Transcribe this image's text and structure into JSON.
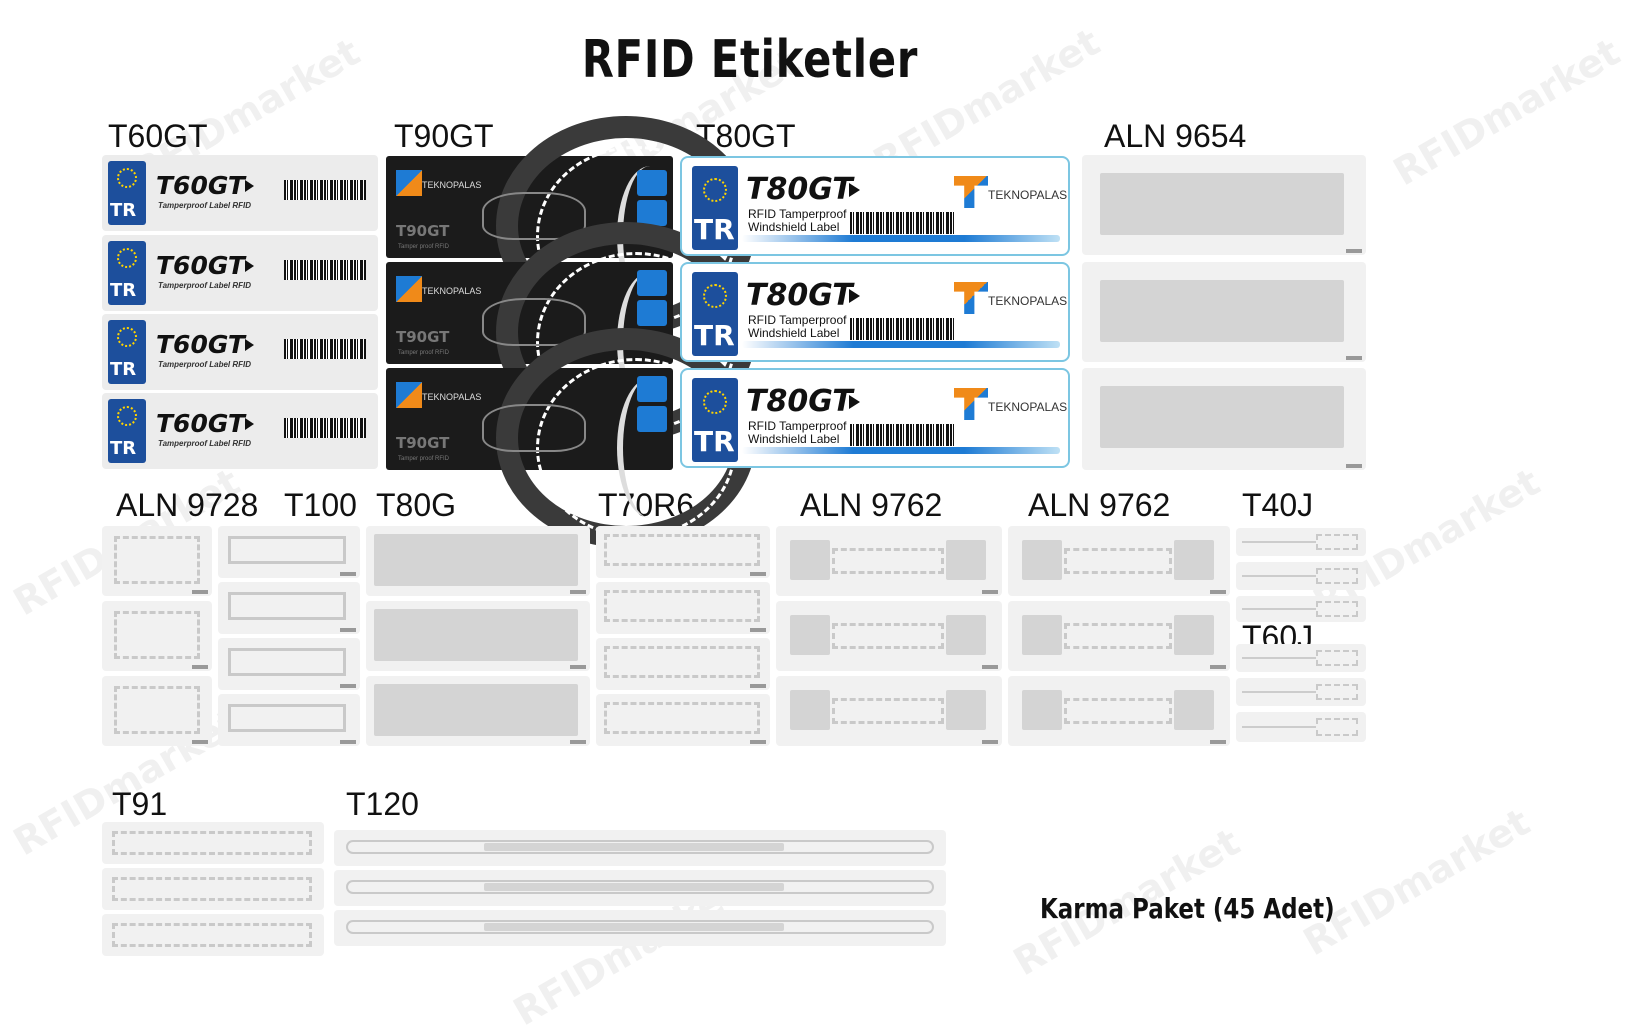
{
  "title": "RFID Etiketler",
  "groups": {
    "t60gt": "T60GT",
    "t90gt": "T90GT",
    "t80gt": "T80GT",
    "aln9654": "ALN 9654",
    "aln9728": "ALN 9728",
    "t100": "T100",
    "t80g": "T80G",
    "t70r6": "T70R6",
    "aln9762a": "ALN 9762",
    "aln9762b": "ALN 9762",
    "t40j": "T40J",
    "t60j": "T60J",
    "t91": "T91",
    "t120": "T120"
  },
  "t60gt_label": {
    "name": "T60GT",
    "sub": "Tamperproof Label RFID",
    "country": "TR"
  },
  "t90gt_label": {
    "brand": "TEKNOPALAS",
    "name": "T90GT",
    "sub": "Tamper proof RFID"
  },
  "t80gt_label": {
    "name": "T80GT",
    "sub1": "RFID Tamperproof",
    "sub2": "Windshield Label",
    "brand": "TEKNOPALAS",
    "country": "TR"
  },
  "package": "Karma Paket (45 Adet)",
  "watermark": "RFIDmarket",
  "colors": {
    "eu_blue": "#1d4f9c",
    "accent_blue": "#1e7bd4",
    "accent_orange": "#f08a19",
    "t80_border": "#7cc6e2"
  }
}
